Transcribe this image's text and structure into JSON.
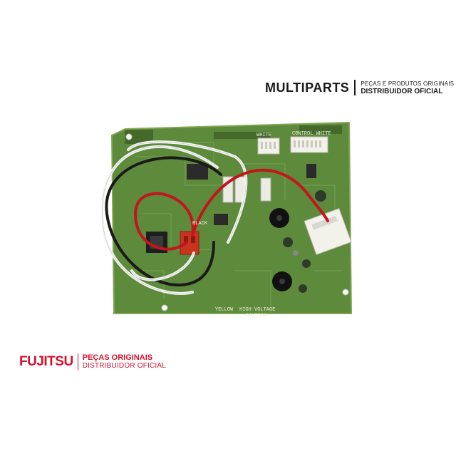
{
  "brand_top": {
    "name": "MULTIPARTS",
    "line1": "PEÇAS E PRODUTOS ORIGINAIS",
    "line2": "DISTRIBUIDOR OFICIAL"
  },
  "brand_bottom": {
    "logo": "FUJITSU",
    "line1": "PEÇAS ORIGINAIS",
    "line2": "DISTRIBUIDOR OFICIAL"
  },
  "board_labels": {
    "caution": "CAUTION",
    "high_voltage": "HIGH VOLTAGE",
    "yellow": "YELLOW",
    "black": "BLACK",
    "white": "WHITE",
    "control_white": "CONTROL WHITE"
  },
  "colors": {
    "board": "#5e8a3c",
    "accent_red": "#d2122e"
  }
}
